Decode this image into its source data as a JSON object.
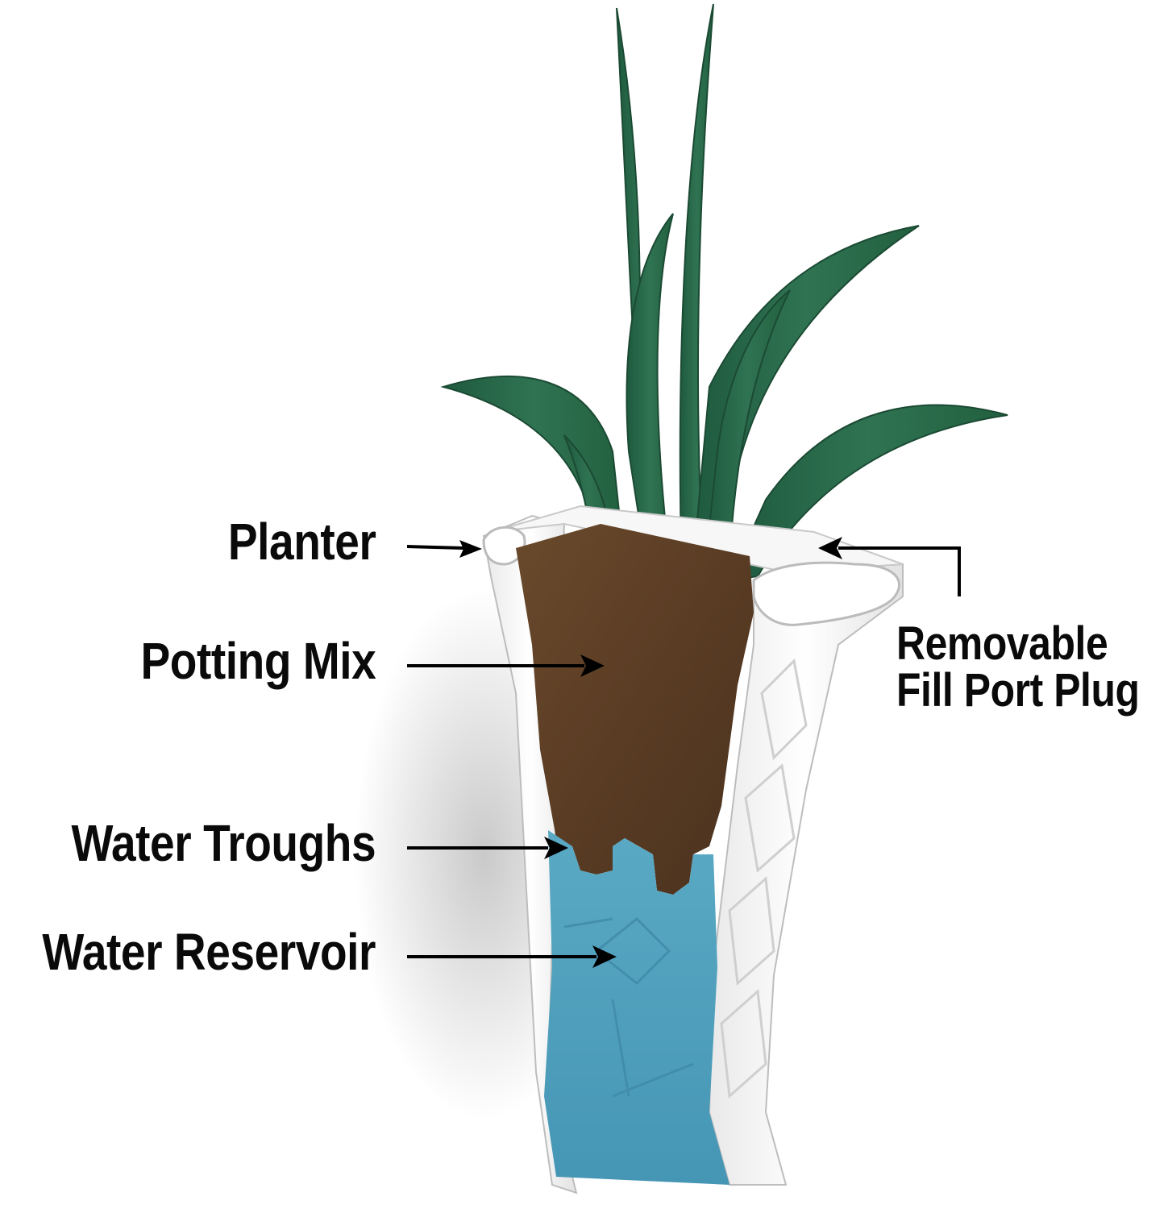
{
  "labels": {
    "planter": "Planter",
    "potting_mix": "Potting Mix",
    "water_troughs": "Water Troughs",
    "water_reservoir": "Water Reservoir",
    "fill_port_plug_line1": "Removable",
    "fill_port_plug_line2": "Fill Port Plug"
  },
  "colors": {
    "background": "#ffffff",
    "leaf": "#2e6e4f",
    "leaf_dark": "#1f5238",
    "soil": "#5a3c24",
    "water": "#4fa2c0",
    "planter_white": "#f4f4f4",
    "text": "#0a0a0a"
  }
}
